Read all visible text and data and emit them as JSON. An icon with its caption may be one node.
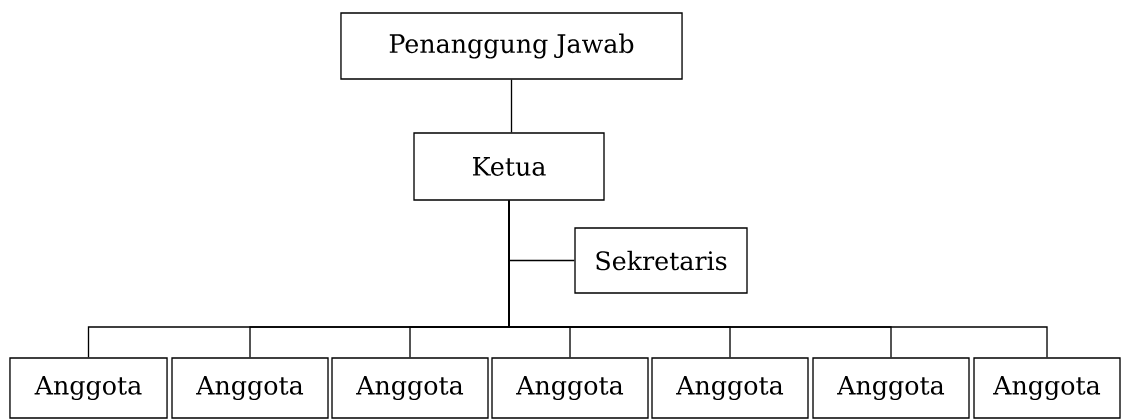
{
  "diagram": {
    "nodes": [
      {
        "text": [
          "Penanggung Jawab"
        ]
      },
      {
        "text": [
          "Ketua"
        ]
      },
      {
        "text": [
          "Sekretaris"
        ]
      },
      {
        "text": [
          "Anggota"
        ]
      },
      {
        "text": [
          "Anggota"
        ]
      },
      {
        "text": [
          "Anggota"
        ]
      },
      {
        "text": [
          "Anggota"
        ]
      },
      {
        "text": [
          "Anggota"
        ]
      },
      {
        "text": [
          "Anggota"
        ]
      },
      {
        "text": [
          "Anggota"
        ]
      }
    ],
    "edges": [
      {
        "from": 0,
        "to": 1,
        "arrow": "none"
      },
      {
        "from": 1,
        "to": 2,
        "arrow": "none"
      },
      {
        "from": 1,
        "to": 3,
        "arrow": "none"
      },
      {
        "from": 1,
        "to": 4,
        "arrow": "none"
      },
      {
        "from": 1,
        "to": 5,
        "arrow": "none"
      },
      {
        "from": 1,
        "to": 6,
        "arrow": "none"
      },
      {
        "from": 1,
        "to": 7,
        "arrow": "none"
      },
      {
        "from": 1,
        "to": 8,
        "arrow": "none"
      },
      {
        "from": 1,
        "to": 9,
        "arrow": "none"
      }
    ]
  }
}
